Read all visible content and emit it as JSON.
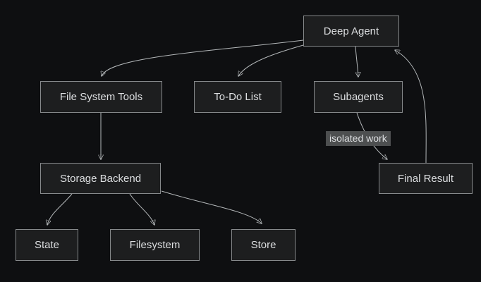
{
  "diagram": {
    "nodes": {
      "deep_agent": {
        "label": "Deep Agent"
      },
      "file_system_tools": {
        "label": "File System Tools"
      },
      "todo_list": {
        "label": "To-Do List"
      },
      "subagents": {
        "label": "Subagents"
      },
      "final_result": {
        "label": "Final Result"
      },
      "storage_backend": {
        "label": "Storage Backend"
      },
      "state": {
        "label": "State"
      },
      "filesystem": {
        "label": "Filesystem"
      },
      "store": {
        "label": "Store"
      }
    },
    "edge_labels": {
      "isolated_work": "isolated work"
    },
    "edges": [
      {
        "from": "Deep Agent",
        "to": "File System Tools",
        "label": ""
      },
      {
        "from": "Deep Agent",
        "to": "To-Do List",
        "label": ""
      },
      {
        "from": "Deep Agent",
        "to": "Subagents",
        "label": ""
      },
      {
        "from": "Subagents",
        "to": "Final Result",
        "label": "isolated work"
      },
      {
        "from": "Final Result",
        "to": "Deep Agent",
        "label": ""
      },
      {
        "from": "File System Tools",
        "to": "Storage Backend",
        "label": ""
      },
      {
        "from": "Storage Backend",
        "to": "State",
        "label": ""
      },
      {
        "from": "Storage Backend",
        "to": "Filesystem",
        "label": ""
      },
      {
        "from": "Storage Backend",
        "to": "Store",
        "label": ""
      }
    ],
    "colors": {
      "background": "#0e0f11",
      "node_fill": "#1d1e1f",
      "node_border": "#86898b",
      "node_text": "#dcdee0",
      "edge_stroke": "#b4b8ba",
      "edge_label_bg": "#4d4f50"
    }
  }
}
